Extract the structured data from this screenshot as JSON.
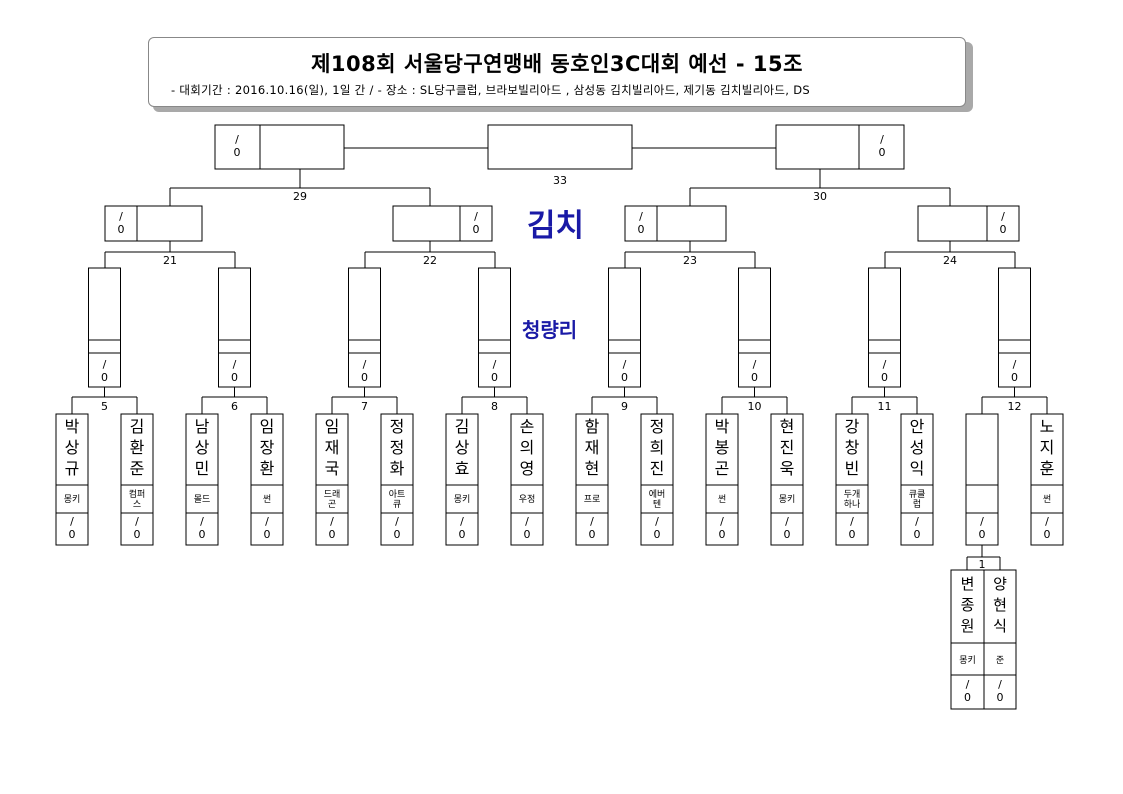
{
  "header": {
    "title": "제108회 서울당구연맹배 동호인3C대회 예선 - 15조",
    "subtitle": "- 대회기간 : 2016.10.16(일), 1일 간 / - 장소 : SL당구클럽, 브라보빌리아드 , 삼성동 김치빌리아드, 제기동 김치빌리아드, DS"
  },
  "venues": [
    "김치",
    "청량리"
  ],
  "score_placeholder": {
    "slash": "/",
    "value": "0"
  },
  "first_round": [
    {
      "match": "5",
      "players": [
        {
          "name": "박상규",
          "club": "몽키"
        },
        {
          "name": "김환준",
          "club": "컴퍼스"
        }
      ]
    },
    {
      "match": "6",
      "players": [
        {
          "name": "남상민",
          "club": "몰드"
        },
        {
          "name": "임장환",
          "club": "썬"
        }
      ]
    },
    {
      "match": "7",
      "players": [
        {
          "name": "임재국",
          "club": "드래곤"
        },
        {
          "name": "정정화",
          "club": "아트큐"
        }
      ]
    },
    {
      "match": "8",
      "players": [
        {
          "name": "김상효",
          "club": "몽키"
        },
        {
          "name": "손의영",
          "club": "우정"
        }
      ]
    },
    {
      "match": "9",
      "players": [
        {
          "name": "함재현",
          "club": "프로"
        },
        {
          "name": "정희진",
          "club": "에버텐"
        }
      ]
    },
    {
      "match": "10",
      "players": [
        {
          "name": "박봉곤",
          "club": "썬"
        },
        {
          "name": "현진욱",
          "club": "몽키"
        }
      ]
    },
    {
      "match": "11",
      "players": [
        {
          "name": "강창빈",
          "club": "두개하나"
        },
        {
          "name": "안성익",
          "club": "큐클럽"
        }
      ]
    },
    {
      "match": "12",
      "players": [
        {
          "name": "",
          "club": ""
        },
        {
          "name": "노지훈",
          "club": "썬"
        }
      ]
    }
  ],
  "prelim": {
    "match": "1",
    "players": [
      {
        "name": "변종원",
        "club": "몽키"
      },
      {
        "name": "양현식",
        "club": "준"
      }
    ]
  },
  "second_round_matches": [
    "21",
    "22",
    "23",
    "24"
  ],
  "third_round_matches": [
    "29",
    "30"
  ],
  "final_match": "33"
}
